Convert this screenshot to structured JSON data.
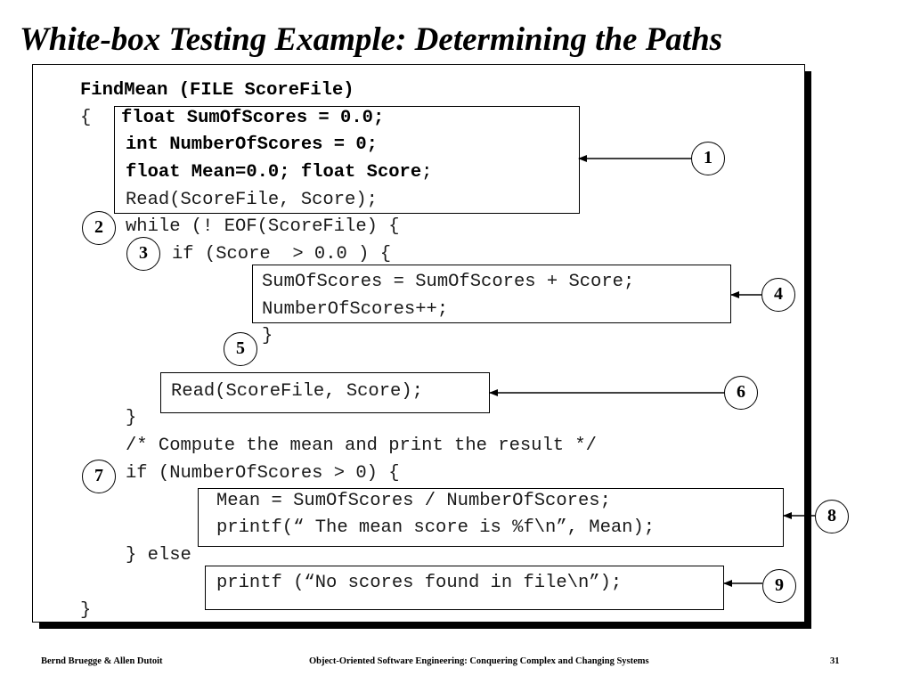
{
  "slide": {
    "title": "White-box Testing Example: Determining the Paths"
  },
  "code_lines": {
    "l1": "FindMean (FILE ScoreFile)",
    "l2_brace": "{",
    "l2": "float SumOfScores = 0.0;",
    "l3": "int NumberOfScores = 0;",
    "l4a": "float Mean=0.0;",
    "l4b": "float Score",
    "l4c": ";",
    "l5": "Read(ScoreFile, Score);",
    "l6": "while (! EOF(ScoreFile) {",
    "l7": "if (Score  > 0.0 ) {",
    "l8": "SumOfScores = SumOfScores + Score;",
    "l9": "NumberOfScores++;",
    "l10": "}",
    "l11": "Read(ScoreFile, Score);",
    "l12": "}",
    "l13": "/* Compute the mean and print the result */",
    "l14": "if (NumberOfScores > 0) {",
    "l15": "Mean = SumOfScores / NumberOfScores;",
    "l16": "printf(“ The mean score is %f\\n”, Mean);",
    "l17": "} else",
    "l18": "printf (“No scores found in file\\n”);",
    "l19": "}"
  },
  "markers": {
    "m1": "1",
    "m2": "2",
    "m3": "3",
    "m4": "4",
    "m5": "5",
    "m6": "6",
    "m7": "7",
    "m8": "8",
    "m9": "9"
  },
  "footer": {
    "authors": "Bernd Bruegge & Allen Dutoit",
    "book": "Object-Oriented Software Engineering: Conquering Complex and Changing Systems",
    "page": "31"
  }
}
